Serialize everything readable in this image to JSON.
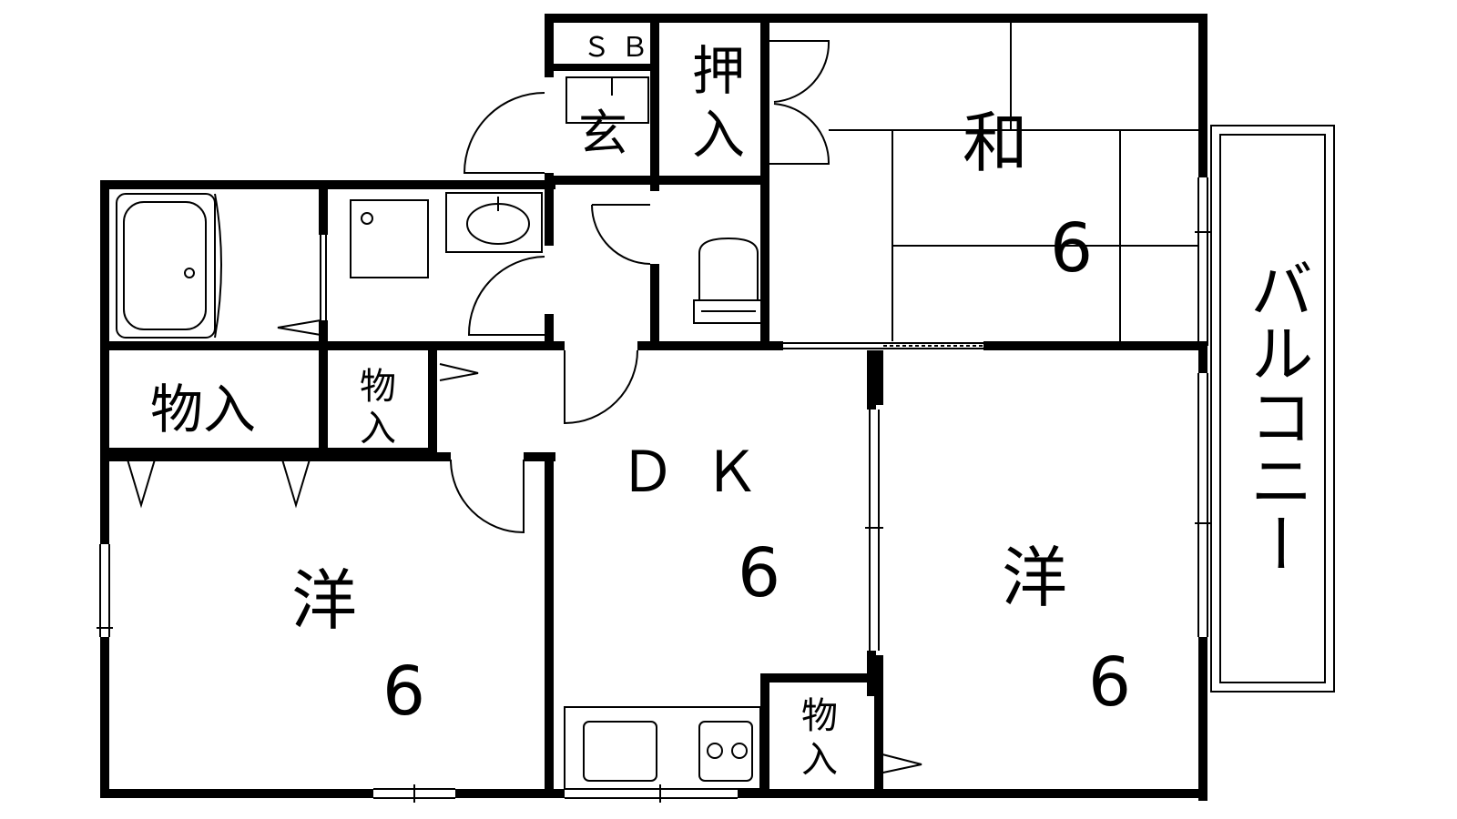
{
  "rooms": {
    "washitsu": {
      "name": "和",
      "size": "6"
    },
    "dk": {
      "name": "ＤＫ",
      "size": "6"
    },
    "yoshitsu_left": {
      "name": "洋",
      "size": "6"
    },
    "yoshitsu_right": {
      "name": "洋",
      "size": "6"
    },
    "genkan": {
      "name": "玄"
    },
    "shoe_box": {
      "name": "ＳＢ"
    },
    "oshiire": {
      "name_top": "押",
      "name_bottom": "入"
    },
    "monoire_large": {
      "name": "物入"
    },
    "monoire_small_top": {
      "name_top": "物",
      "name_bottom": "入"
    },
    "monoire_small_bottom": {
      "name_top": "物",
      "name_bottom": "入"
    },
    "balcony": {
      "name": "バルコニー"
    }
  }
}
